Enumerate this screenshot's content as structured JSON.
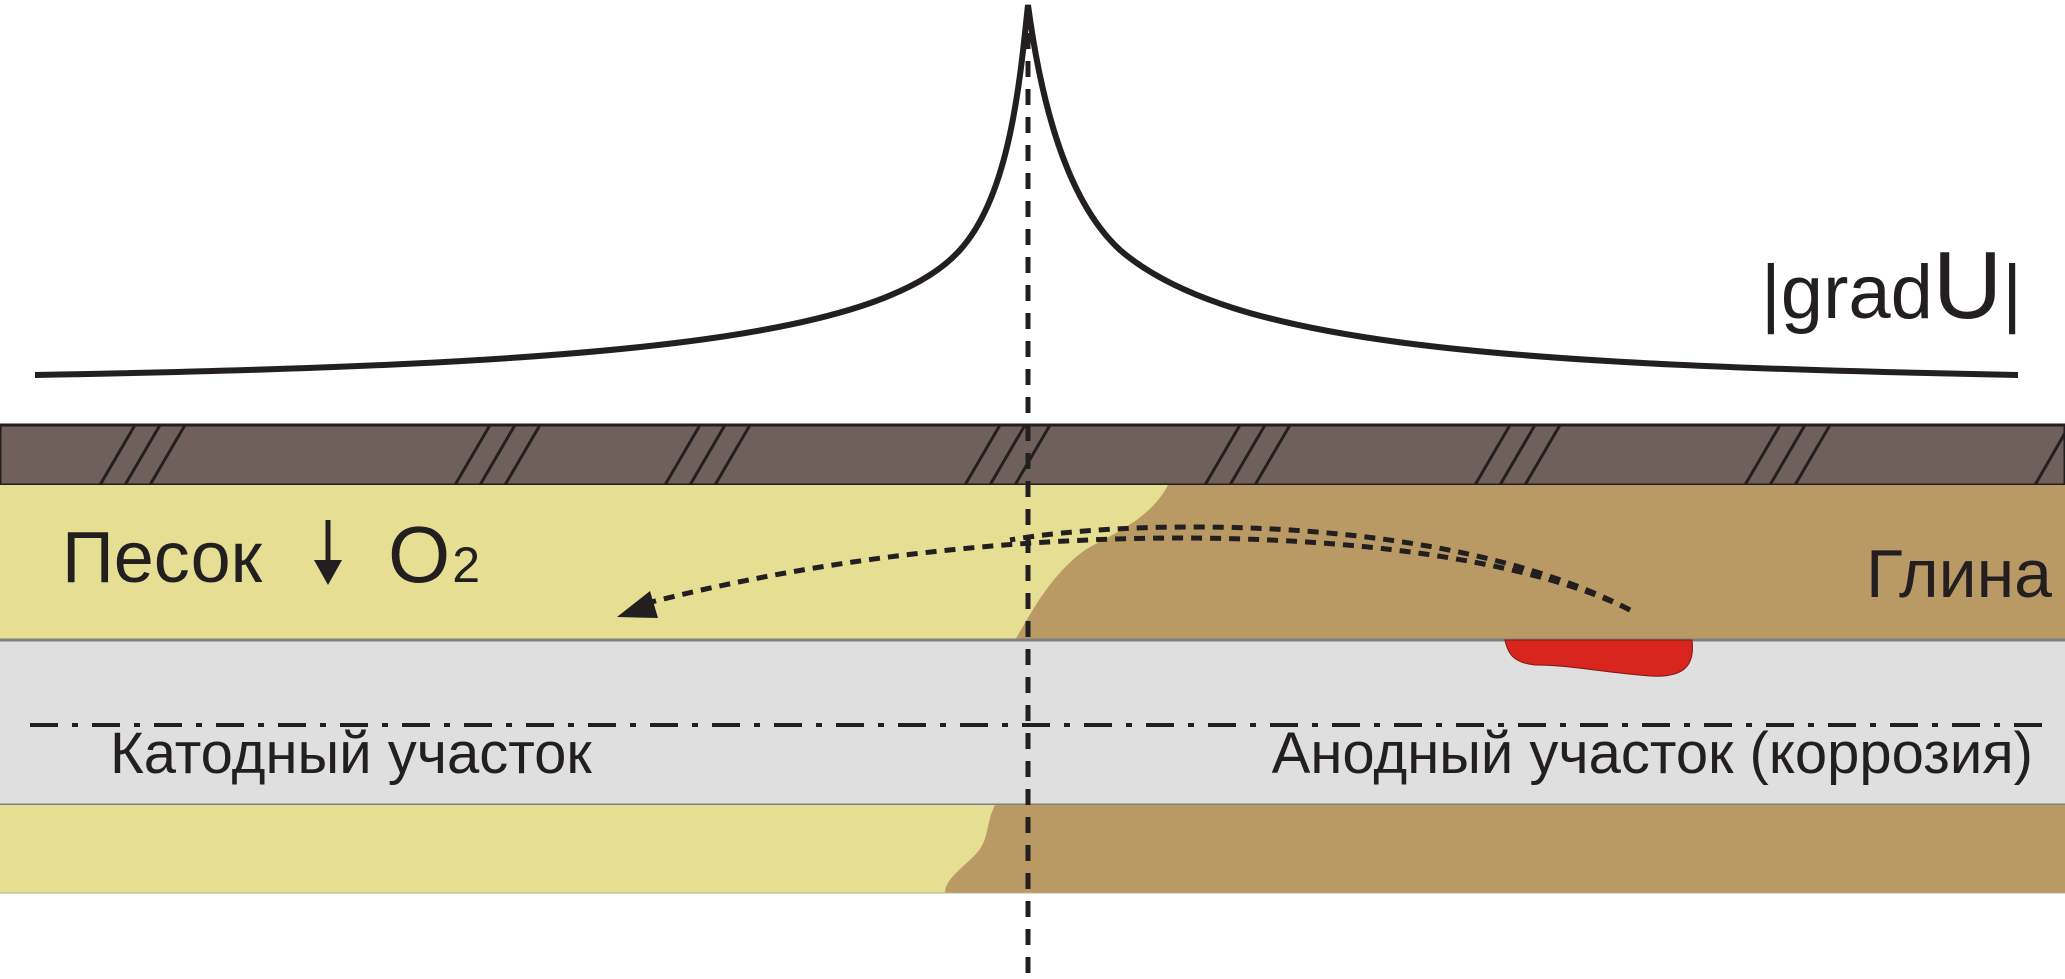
{
  "graph": {
    "label_bar": "|",
    "label_func": "grad",
    "label_var": "U",
    "label_bar_end": "|"
  },
  "zones": {
    "sand": {
      "label": "Песок",
      "color": "#e6df93"
    },
    "clay": {
      "label": "Глина",
      "color": "#b99a64"
    }
  },
  "oxygen": {
    "symbol": "O",
    "subscript": "2",
    "arrow_icon": "down-arrow-icon"
  },
  "surface": {
    "color": "#6f605b"
  },
  "pipe": {
    "color": "#dfdfdf",
    "cathode_label": "Катодный участок",
    "anode_label": "Анодный участок (коррозия)",
    "corrosion_color": "#d8251d"
  }
}
